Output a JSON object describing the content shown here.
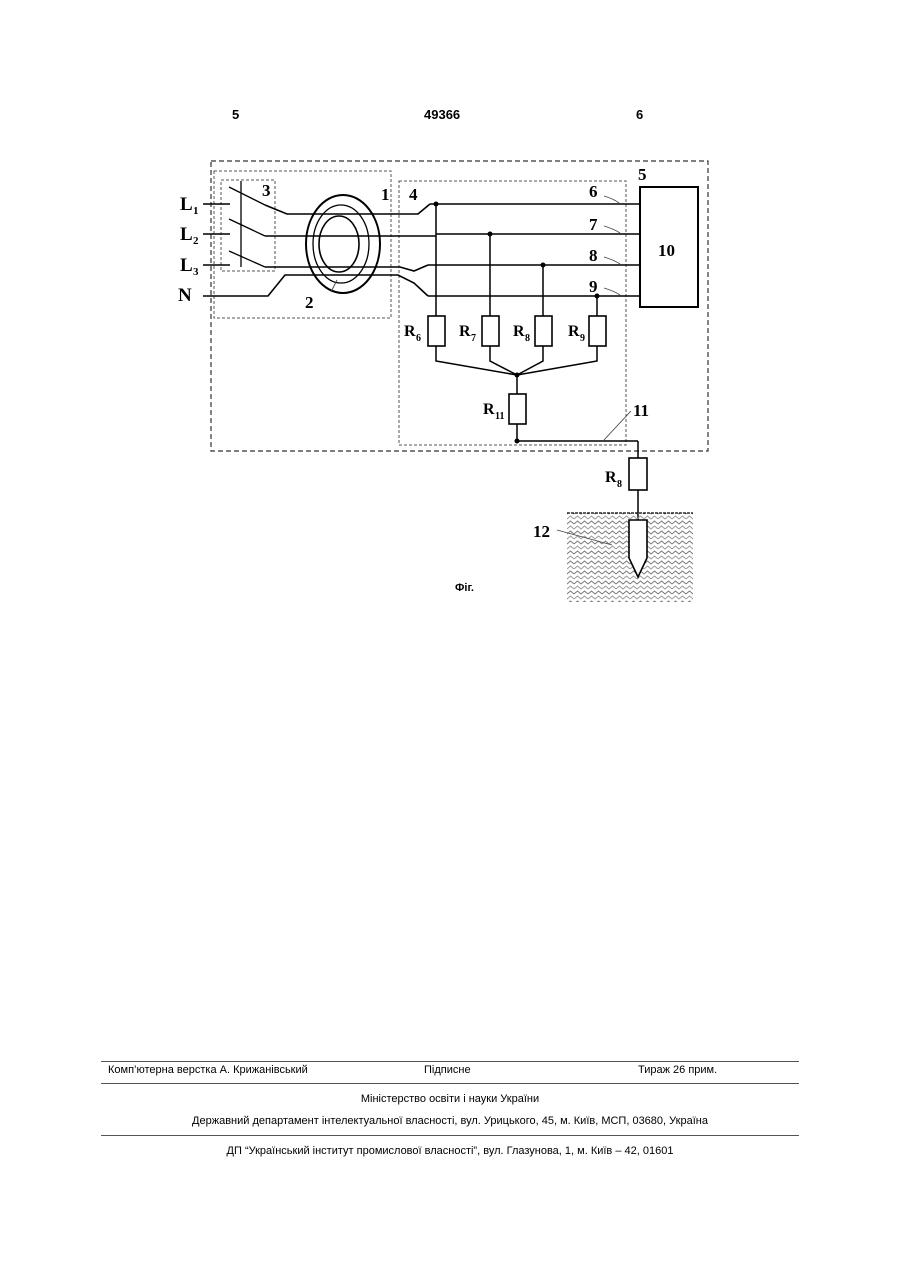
{
  "header": {
    "left_page": "5",
    "patent_number": "49366",
    "right_page": "6"
  },
  "figure": {
    "lines": {
      "L1": "L",
      "L1_sub": "1",
      "L2": "L",
      "L2_sub": "2",
      "L3": "L",
      "L3_sub": "3",
      "N": "N"
    },
    "numbers": {
      "n1": "1",
      "n2": "2",
      "n3": "3",
      "n4": "4",
      "n5": "5",
      "n6": "6",
      "n7": "7",
      "n8": "8",
      "n9": "9",
      "n10": "10",
      "n11": "11",
      "n12": "12"
    },
    "resistors": {
      "r6": "R",
      "r6_sub": "6",
      "r7": "R",
      "r7_sub": "7",
      "r8": "R",
      "r8_sub": "8",
      "r9": "R",
      "r9_sub": "9",
      "r11": "R",
      "r11_sub": "11",
      "rg": "R",
      "rg_sub": "8"
    },
    "caption": "Фіг."
  },
  "footer": {
    "typesetting": "Комп’ютерна верстка А. Крижанівський",
    "signed": "Підписне",
    "circulation": "Тираж 26 прим.",
    "ministry": "Міністерство освіти і науки України",
    "department": "Державний департамент інтелектуальної власності, вул. Урицького, 45, м. Київ, МСП, 03680, Україна",
    "publisher": "ДП “Український інститут промислової власності”, вул. Глазунова, 1, м. Київ – 42, 01601"
  }
}
